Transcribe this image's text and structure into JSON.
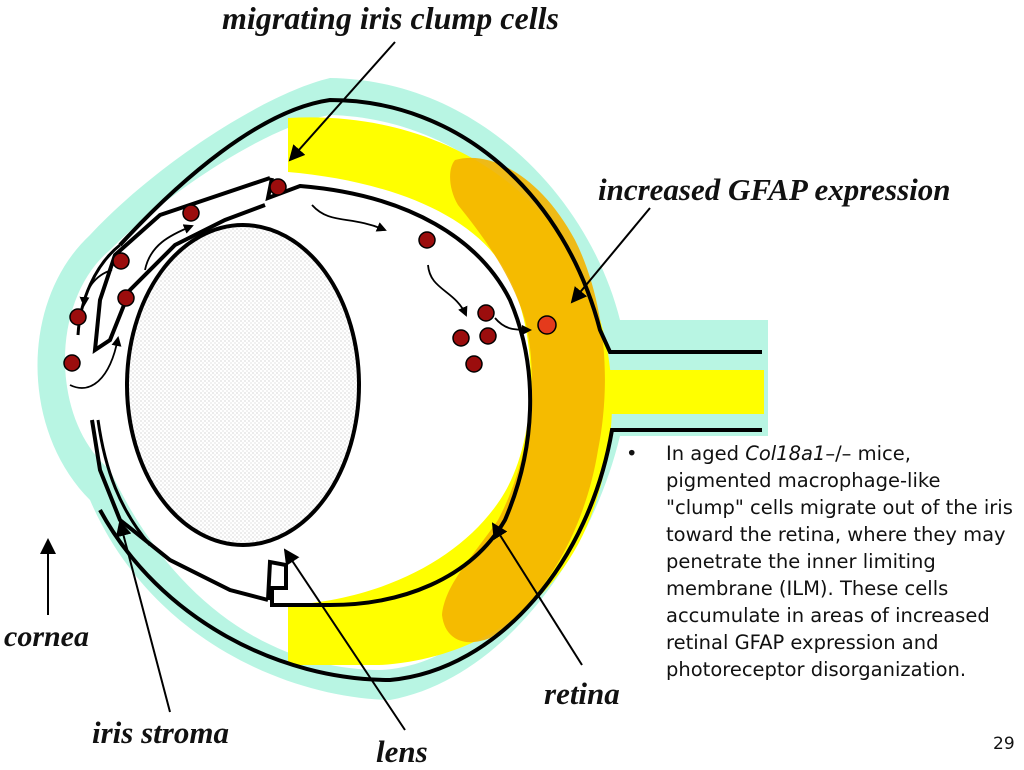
{
  "labels": {
    "migrating": "migrating iris clump cells",
    "gfap": "increased GFAP expression",
    "cornea": "cornea",
    "iris_stroma": "iris stroma",
    "lens": "lens",
    "retina": "retina"
  },
  "caption": {
    "bullet": "•",
    "prefix": "In aged ",
    "gene": "Col18a1",
    "genotype": "–/–",
    "rest": " mice, pigmented macrophage-like \"clump\" cells migrate out of the iris toward the retina, where they may penetrate the inner limiting membrane (ILM). These cells accumulate in areas of increased retinal GFAP expression and photoreceptor disorganization."
  },
  "slide_number": "29",
  "colors": {
    "cornea_layer": "#b8f5e3",
    "retina": "#ffff00",
    "gfap_region": "#f4b400",
    "clump_cell": "#9b0d0d",
    "gfap_cell": "#e43a1c",
    "outline": "#000000"
  }
}
